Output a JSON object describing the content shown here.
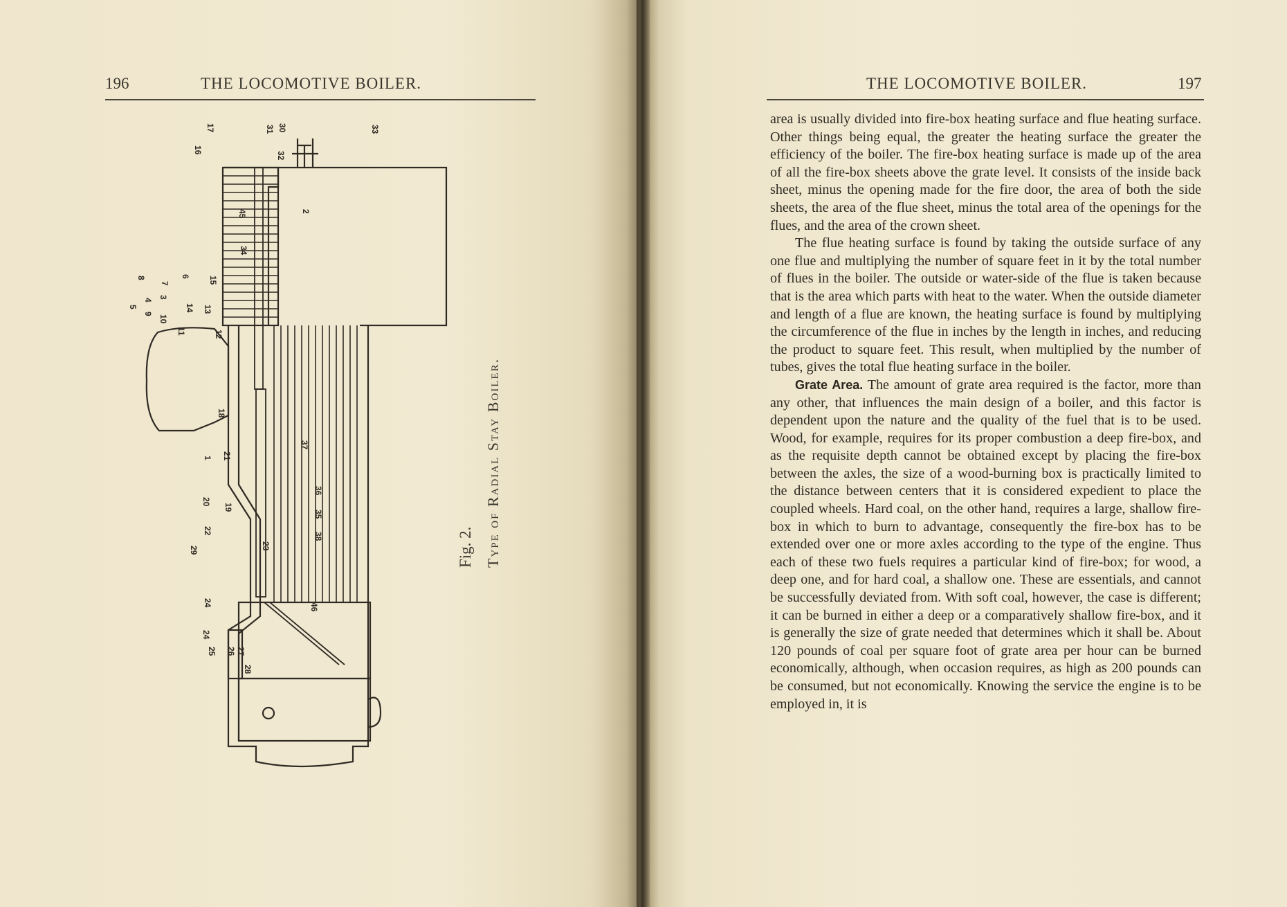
{
  "left_page": {
    "folio": "196",
    "running_head": "THE LOCOMOTIVE BOILER.",
    "figure": {
      "number_label": "Fig. 2.",
      "title": "Type of Radial Stay Boiler.",
      "part_numbers": [
        "1",
        "2",
        "3",
        "4",
        "5",
        "6",
        "7",
        "8",
        "9",
        "10",
        "11",
        "12",
        "13",
        "14",
        "15",
        "16",
        "17",
        "18",
        "19",
        "20",
        "21",
        "22",
        "23",
        "24",
        "25",
        "26",
        "27",
        "28",
        "29",
        "30",
        "31",
        "32",
        "33",
        "34",
        "35",
        "36",
        "37",
        "38",
        "45",
        "46"
      ]
    }
  },
  "right_page": {
    "folio": "197",
    "running_head": "THE LOCOMOTIVE BOILER.",
    "paragraphs": [
      "area is usually divided into fire-box heating surface and flue heating surface. Other things being equal, the greater the heating surface the greater the efficiency of the boiler. The fire-box heating surface is made up of the area of all the fire-box sheets above the grate level. It consists of the inside back sheet, minus the opening made for the fire door, the area of both the side sheets, the area of the flue sheet, minus the total area of the openings for the flues, and the area of the crown sheet.",
      "The flue heating surface is found by taking the outside surface of any one flue and multiplying the number of square feet in it by the total number of flues in the boiler. The outside or water-side of the flue is taken because that is the area which parts with heat to the water. When the outside diameter and length of a flue are known, the heating surface is found by multiplying the circumference of the flue in inches by the length in inches, and reducing the product to square feet. This result, when multiplied by the number of tubes, gives the total flue heating surface in the boiler."
    ],
    "grate_heading": "Grate Area.",
    "grate_text": "The amount of grate area required is the factor, more than any other, that influences the main design of a boiler, and this factor is dependent upon the nature and the quality of the fuel that is to be used. Wood, for example, requires for its proper combustion a deep fire-box, and as the requisite depth cannot be obtained except by placing the fire-box between the axles, the size of a wood-burning box is practically limited to the distance between centers that it is considered expedient to place the coupled wheels. Hard coal, on the other hand, requires a large, shallow fire-box in which to burn to advantage, consequently the fire-box has to be extended over one or more axles according to the type of the engine. Thus each of these two fuels requires a particular kind of fire-box; for wood, a deep one, and for hard coal, a shallow one. These are essentials, and cannot be successfully deviated from. With soft coal, however, the case is different; it can be burned in either a deep or a comparatively shallow fire-box, and it is generally the size of grate needed that determines which it shall be. About 120 pounds of coal per square foot of grate area per hour can be burned economically, although, when occasion requires, as high as 200 pounds can be consumed, but not economically. Knowing the service the engine is to be employed in, it is"
  }
}
